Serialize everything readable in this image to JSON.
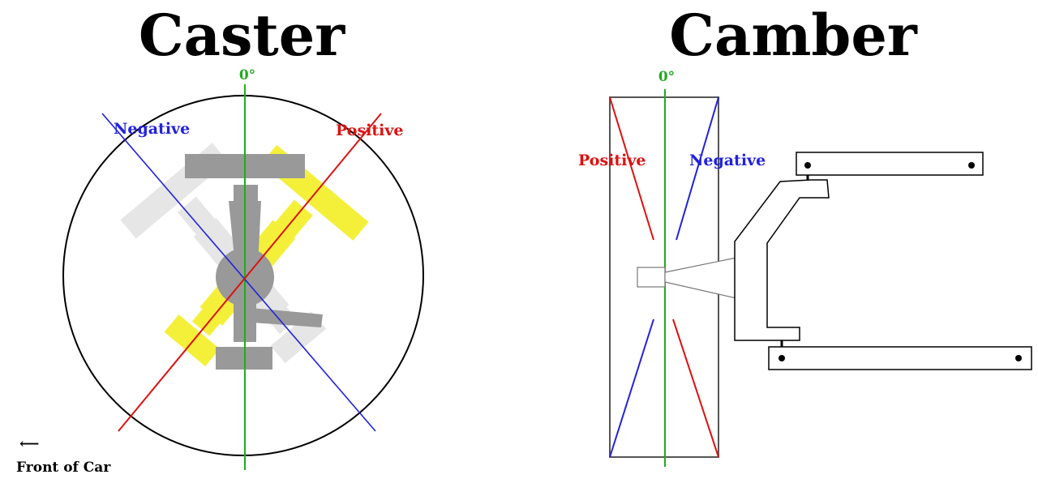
{
  "colors": {
    "zero_line": "#22aa22",
    "positive": "#dd1111",
    "negative": "#2222dd",
    "outline": "#000000",
    "hub_gray": "#999999",
    "ghost_yellow": "#f4f03a",
    "ghost_gray": "#e6e6e6"
  },
  "caster": {
    "title": "Caster",
    "zero_label": "0°",
    "negative_label": "Negative",
    "positive_label": "Positive",
    "front_label": "Front of Car",
    "front_arrow": "⟵"
  },
  "camber": {
    "title": "Camber",
    "zero_label": "0°",
    "positive_label": "Positive",
    "negative_label": "Negative"
  }
}
